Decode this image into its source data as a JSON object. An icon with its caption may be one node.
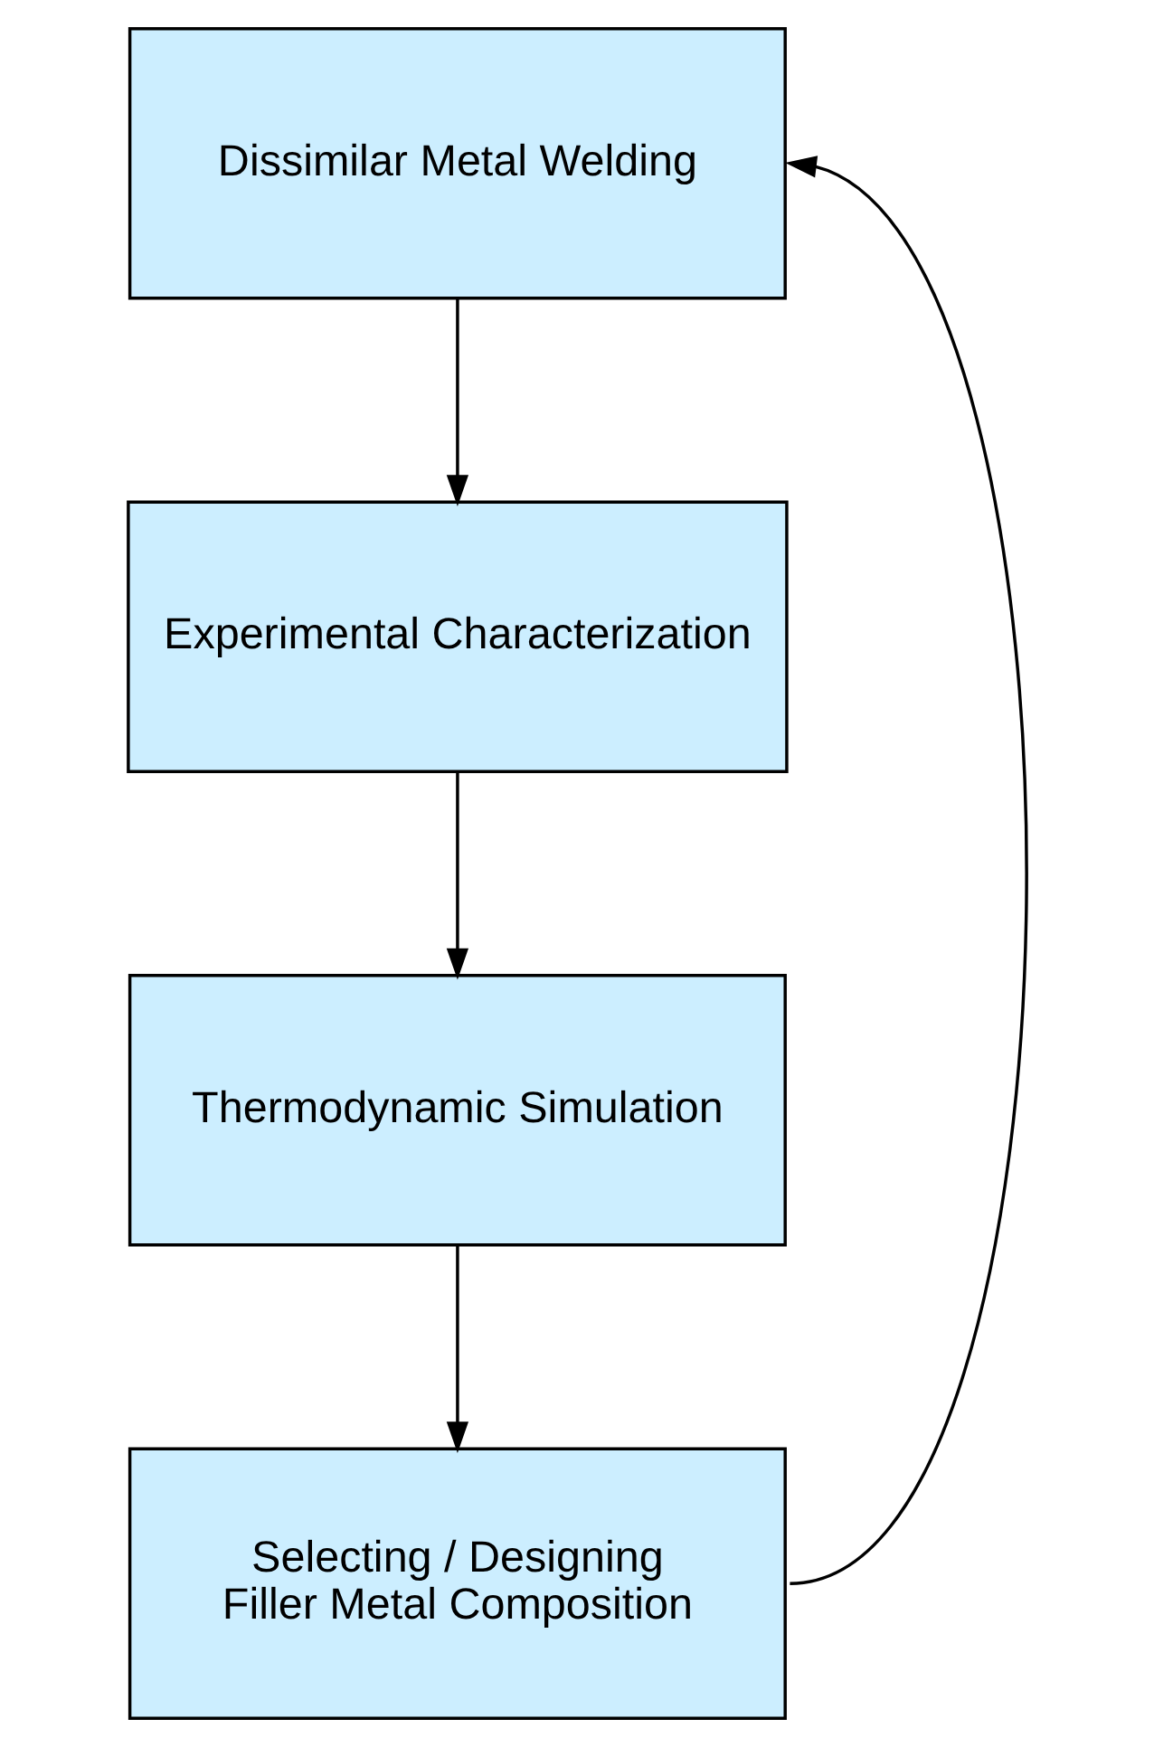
{
  "diagram": {
    "nodes": [
      {
        "text": [
          "Dissimilar Metal Welding"
        ]
      },
      {
        "text": [
          "Experimental Characterization"
        ]
      },
      {
        "text": [
          "Thermodynamic Simulation"
        ]
      },
      {
        "text": [
          "Selecting / Designing Filler Metal Composition"
        ]
      }
    ],
    "edges": [
      {
        "from": 0,
        "to": 1,
        "arrow": "to"
      },
      {
        "from": 1,
        "to": 2,
        "arrow": "to"
      },
      {
        "from": 2,
        "to": 3,
        "arrow": "to"
      },
      {
        "from": 3,
        "to": 0,
        "arrow": "to"
      }
    ]
  }
}
